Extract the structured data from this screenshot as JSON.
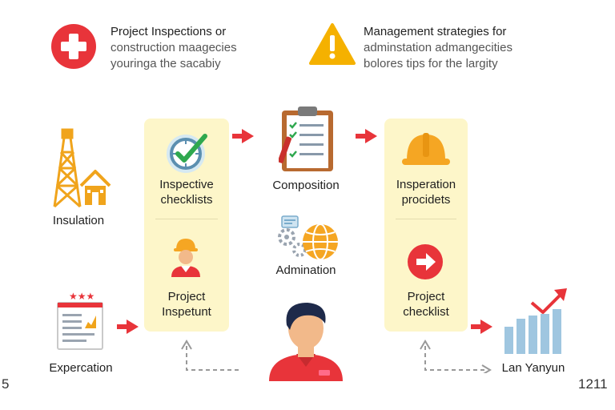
{
  "header": {
    "left": {
      "icon": "red-cross-icon",
      "color": "#e8343a",
      "line1": "Project Inspections or",
      "line2": "construction maagecies",
      "line3": "youringa the sacabiy"
    },
    "right": {
      "icon": "warning-icon",
      "color": "#f5b100",
      "line1": "Management strategies for",
      "line2": "adminstation admangecities",
      "line3": "bolores tips for the largity"
    }
  },
  "left_column": {
    "insulation_label": "Insulation",
    "expectation_label": "Expercation"
  },
  "panel_left": {
    "top_label_line1": "Inspective",
    "top_label_line2": "checklists",
    "bottom_label_line1": "Project",
    "bottom_label_line2": "Inspetunt"
  },
  "middle_column": {
    "composition_label": "Composition",
    "admination_label": "Admination"
  },
  "panel_right": {
    "top_label_line1": "Insperation",
    "top_label_line2": "procidets",
    "bottom_label_line1": "Project",
    "bottom_label_line2": "checklist"
  },
  "right_column": {
    "chart_label": "Lan Yanyun"
  },
  "corners": {
    "left_number": "5",
    "right_number": "1211"
  },
  "colors": {
    "accent_red": "#e8343a",
    "accent_orange": "#f5a623",
    "panel_bg": "#fdf6c9",
    "chart_blue": "#9fc6e0"
  }
}
